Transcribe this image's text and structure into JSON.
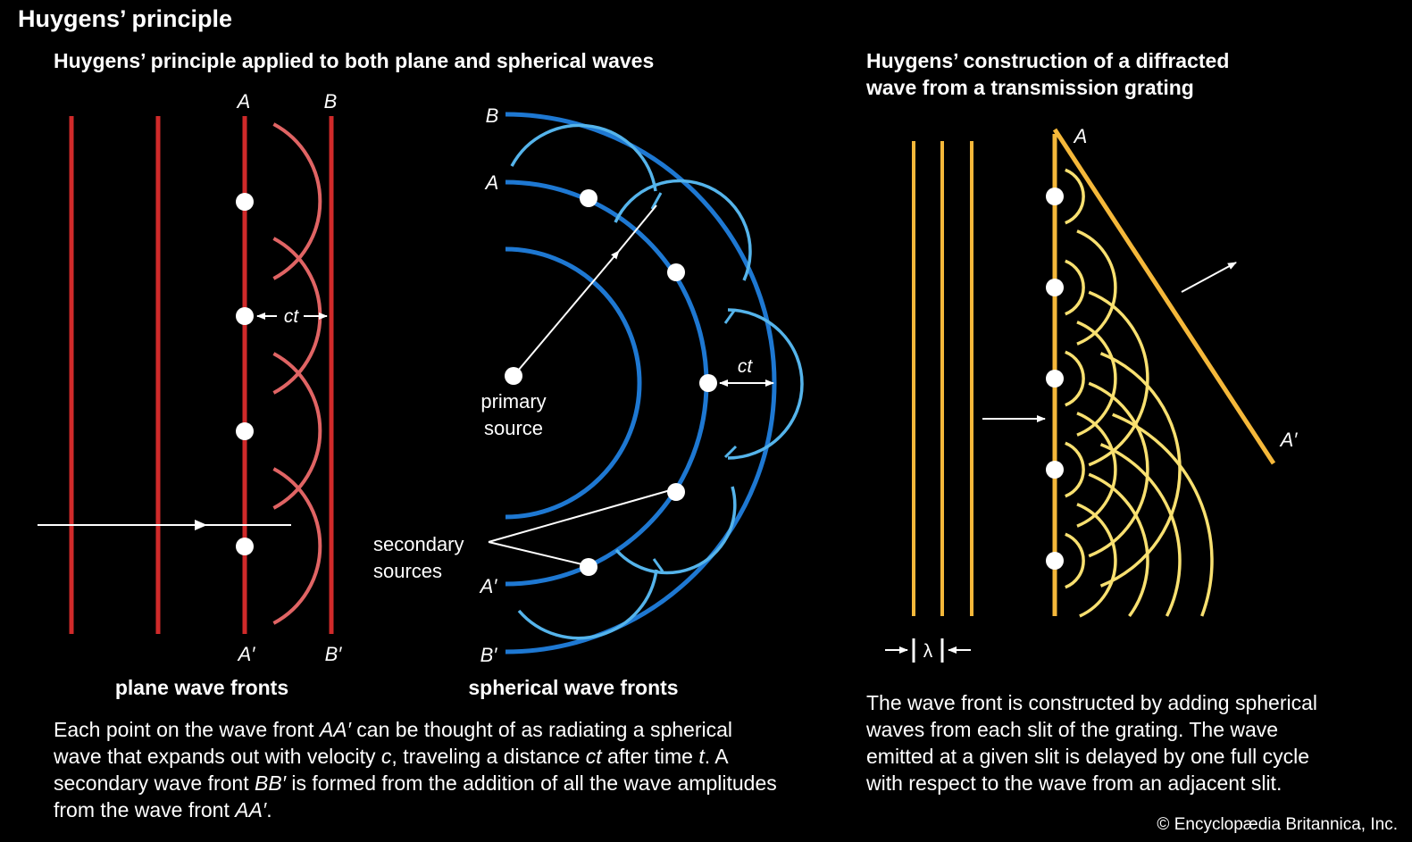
{
  "title": "Huygens’ principle",
  "left_panel": {
    "subtitle": "Huygens’ principle applied to both plane and spherical waves",
    "plane": {
      "label_A": "A",
      "label_B": "B",
      "label_A_prime": "A′",
      "label_B_prime": "B′",
      "ct": "ct",
      "caption": "plane wave fronts"
    },
    "spherical": {
      "label_B": "B",
      "label_A": "A",
      "label_A_prime": "A′",
      "label_B_prime": "B′",
      "ct": "ct",
      "primary_line1": "primary",
      "primary_line2": "source",
      "secondary_line1": "secondary",
      "secondary_line2": "sources",
      "caption": "spherical wave fronts"
    },
    "description": [
      {
        "t": "Each point on the wave front "
      },
      {
        "t": "AA′",
        "i": true
      },
      {
        "t": " can be thought of as radiating a spherical wave that expands out with velocity "
      },
      {
        "t": "c",
        "i": true
      },
      {
        "t": ", traveling a distance "
      },
      {
        "t": "ct",
        "i": true
      },
      {
        "t": " after time "
      },
      {
        "t": "t",
        "i": true
      },
      {
        "t": ". A secondary wave front "
      },
      {
        "t": "BB′",
        "i": true
      },
      {
        "t": " is formed from the addition of all the wave amplitudes from the wave front "
      },
      {
        "t": "AA′",
        "i": true
      },
      {
        "t": "."
      }
    ]
  },
  "right_panel": {
    "subtitle_line1": "Huygens’ construction of a diffracted",
    "subtitle_line2": "wave from a transmission grating",
    "label_A": "A",
    "label_A_prime": "A′",
    "lambda": "λ",
    "description": "The wave front is constructed by adding spherical waves from each slit of the grating. The wave emitted at a given slit is delayed by one full cycle with respect to the wave from an adjacent slit."
  },
  "copyright": "© Encyclopædia Britannica, Inc.",
  "colors": {
    "background": "#000000",
    "plane_front": "#d02a2a",
    "plane_wavelet": "#e06464",
    "spherical_front": "#1e78d2",
    "spherical_wavelet": "#55b4eb",
    "grating_lines": "#f5b83a",
    "grating_wavelet": "#f8e070"
  }
}
